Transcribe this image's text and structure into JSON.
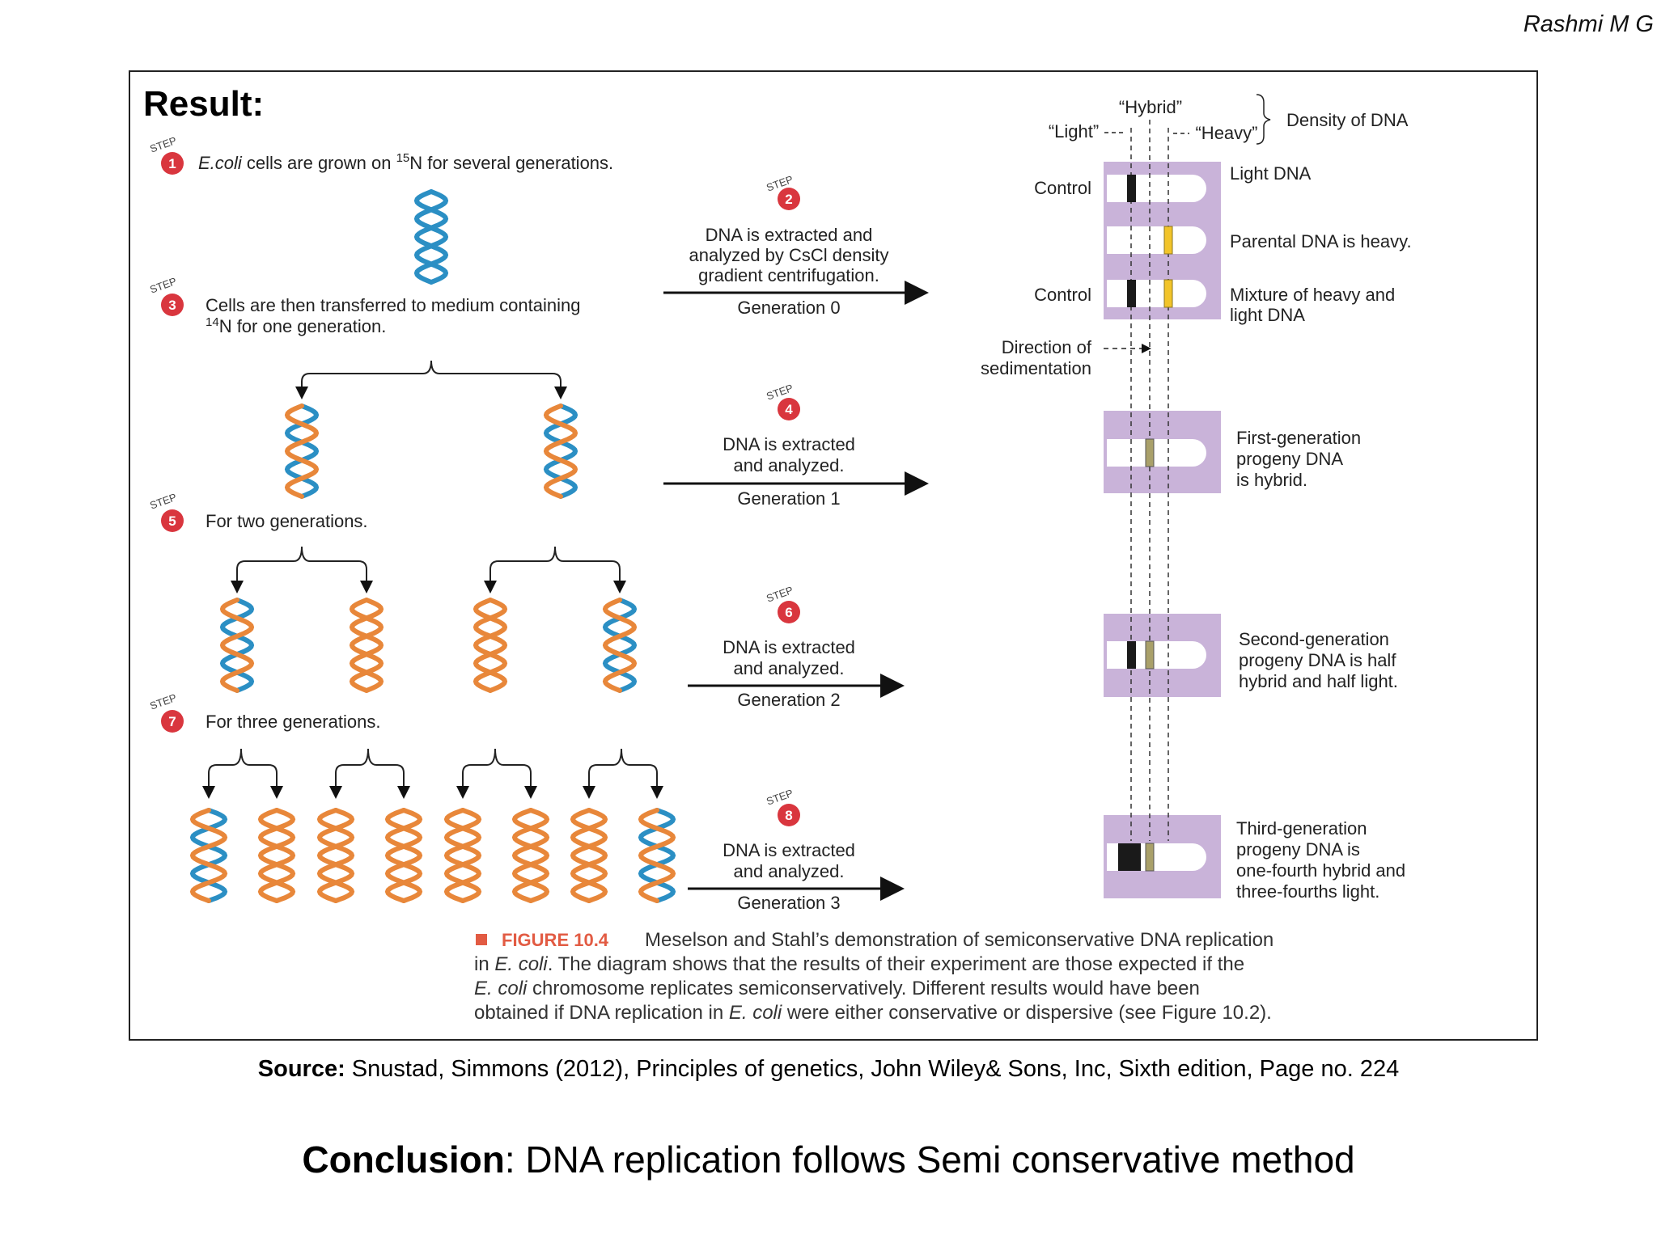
{
  "author": "Rashmi M G",
  "result_title": "Result:",
  "steps": {
    "step_word": "STEP",
    "s1": {
      "num": "1",
      "text_a": "E.coli",
      "text_b": " cells are grown on ",
      "text_sup": "15",
      "text_c": "N for several generations."
    },
    "s2": {
      "num": "2",
      "lines": [
        "DNA is extracted and",
        "analyzed by CsCl density",
        "gradient centrifugation."
      ],
      "generation": "Generation 0"
    },
    "s3": {
      "num": "3",
      "line1": "Cells are then transferred to medium containing",
      "sup": "14",
      "line2": "N  for one generation."
    },
    "s4": {
      "num": "4",
      "lines": [
        "DNA is extracted",
        "and analyzed."
      ],
      "generation": "Generation 1"
    },
    "s5": {
      "num": "5",
      "text": "For two generations."
    },
    "s6": {
      "num": "6",
      "lines": [
        "DNA is extracted",
        "and analyzed."
      ],
      "generation": "Generation 2"
    },
    "s7": {
      "num": "7",
      "text": "For three generations."
    },
    "s8": {
      "num": "8",
      "lines": [
        "DNA is extracted",
        "and analyzed."
      ],
      "generation": "Generation 3"
    }
  },
  "density": {
    "hybrid": "“Hybrid”",
    "light": "“Light”",
    "heavy": "“Heavy”",
    "label": "Density of DNA",
    "control1": "Control",
    "control2": "Control",
    "light_dna": "Light DNA",
    "parental": "Parental DNA is heavy.",
    "mixture": [
      "Mixture of heavy and",
      "light DNA"
    ],
    "direction": [
      "Direction of",
      "sedimentation"
    ],
    "gen1": [
      "First-generation",
      "progeny DNA",
      "is hybrid."
    ],
    "gen2": [
      "Second-generation",
      "progeny DNA is half",
      "hybrid and half light."
    ],
    "gen3": [
      "Third-generation",
      "progeny DNA is",
      "one-fourth hybrid and",
      "three-fourths light."
    ]
  },
  "caption": {
    "label": "FIGURE 10.4",
    "line1": "Meselson and Stahl’s demonstration of semiconservative DNA replication",
    "line2a": "in ",
    "line2b": "E. coli",
    "line2c": ". The diagram shows that the results of their experiment are those expected if the",
    "line3a": "E. coli",
    "line3b": " chromosome replicates semiconservatively. Different results would have been",
    "line4a": "obtained if DNA replication in ",
    "line4b": "E. coli",
    "line4c": " were either conservative or dispersive (see Figure 10.2)."
  },
  "source": {
    "label": "Source:",
    "text": " Snustad, Simmons (2012), Principles of genetics, John Wiley& Sons, Inc, Sixth edition, Page no. 224"
  },
  "conclusion": {
    "label": "Conclusion",
    "text": ": DNA replication follows Semi conservative method"
  },
  "colors": {
    "heavy_strand": "#2b8fc4",
    "light_strand": "#e8873a",
    "step_badge": "#d9363e",
    "tube_bg": "#c9b3d9",
    "heavy_band": "#f2c42a",
    "hybrid_band": "#a9a06a",
    "light_band": "#1a1a1a",
    "caption_label": "#e25b43"
  }
}
